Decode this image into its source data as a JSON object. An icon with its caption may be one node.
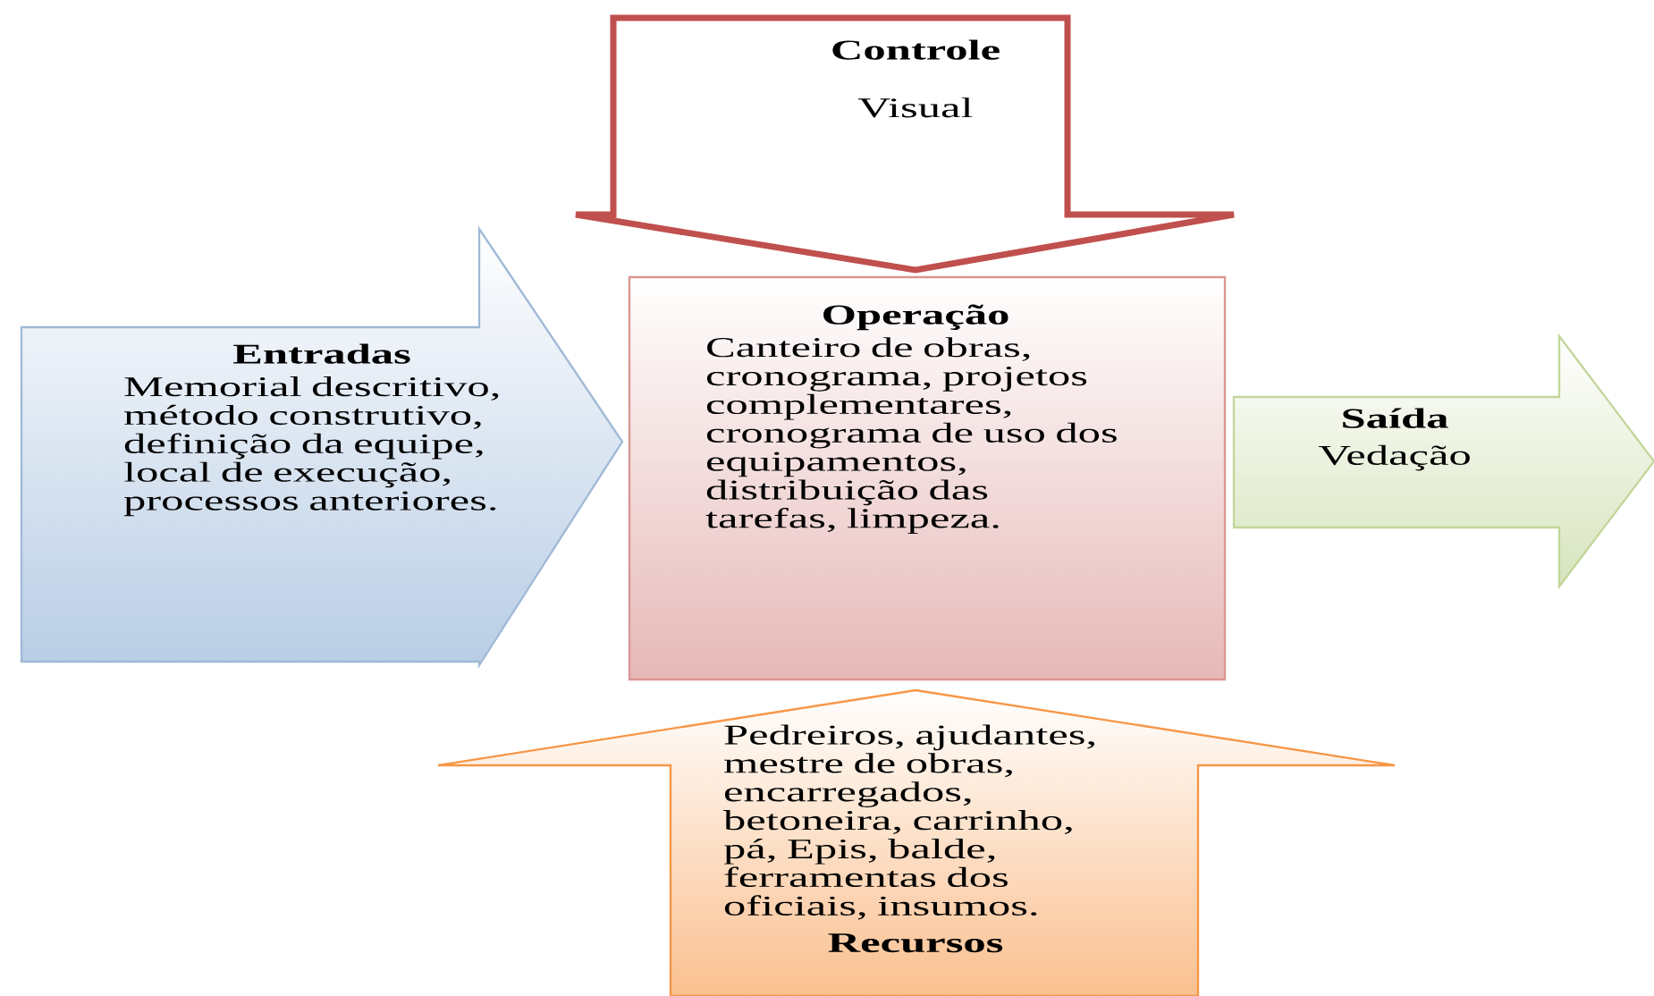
{
  "diagram": {
    "nodes": [
      {
        "text": [
          "Controle",
          "Visual"
        ]
      },
      {
        "text": [
          "Entradas",
          "Memorial descritivo, método construtivo, definição da equipe, local de execução, processos anteriores."
        ]
      },
      {
        "text": [
          "Operação",
          "Canteiro de obras, cronograma, projetos complementares, cronograma de uso dos equipamentos, distribuição das tarefas, limpeza."
        ]
      },
      {
        "text": [
          "Saída",
          "Vedação"
        ]
      },
      {
        "text": [
          "Pedreiros, ajudantes, mestre de obras, encarregados, betoneira, carrinho, pá, Epis, balde, ferramentas dos oficiais, insumos.",
          "Recursos"
        ]
      }
    ]
  }
}
